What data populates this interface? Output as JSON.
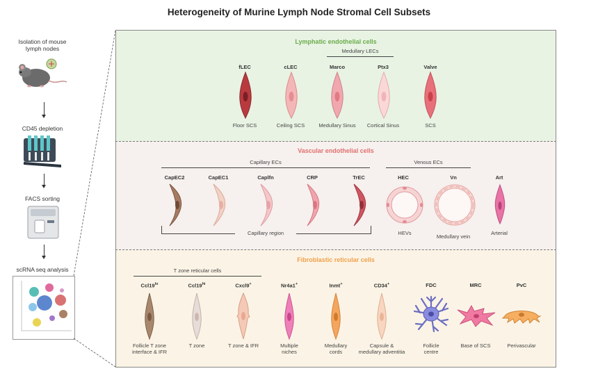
{
  "title": "Heterogeneity of Murine Lymph Node Stromal Cell Subsets",
  "workflow": {
    "steps": [
      {
        "label_l1": "Isolation of mouse",
        "label_l2": "lymph nodes"
      },
      {
        "label_l1": "CD45 depletion"
      },
      {
        "label_l1": "FACS sorting"
      },
      {
        "label_l1": "scRNA seq analysis"
      }
    ]
  },
  "lec": {
    "title": "Lymphatic endothelial cells",
    "group": "Medullary LECs",
    "cells": [
      {
        "name": "fLEC",
        "desc": "Floor SCS"
      },
      {
        "name": "cLEC",
        "desc": "Ceiling SCS"
      },
      {
        "name": "Marco",
        "desc": "Medullary Sinus"
      },
      {
        "name": "Ptx3",
        "desc": "Cortical Sinus"
      },
      {
        "name": "Valve",
        "desc": "SCS"
      }
    ]
  },
  "vec": {
    "title": "Vascular endothelial cells",
    "group_capillary": "Capillary ECs",
    "group_venous": "Venous ECs",
    "capillary_region": "Capillary region",
    "cells": [
      {
        "name": "CapEC2"
      },
      {
        "name": "CapEC1"
      },
      {
        "name": "Caplfn"
      },
      {
        "name": "CRP"
      },
      {
        "name": "TrEC"
      },
      {
        "name": "HEC",
        "desc": "HEVs"
      },
      {
        "name": "Vn",
        "desc": "Medullary vein"
      },
      {
        "name": "Art",
        "desc": "Arterial"
      }
    ]
  },
  "frc": {
    "title": "Fibroblastic reticular cells",
    "group": "T zone reticular cells",
    "cells": [
      {
        "name": "Ccl19",
        "sup": "lo",
        "desc_l1": "Follicle T zone",
        "desc_l2": "interface & IFR"
      },
      {
        "name": "Ccl19",
        "sup": "hi",
        "desc_l1": "T zone",
        "desc_l2": ""
      },
      {
        "name": "Cxcl9",
        "sup": "+",
        "desc_l1": "T zone & IFR",
        "desc_l2": ""
      },
      {
        "name": "Nr4a1",
        "sup": "+",
        "desc_l1": "Multiple",
        "desc_l2": "niches"
      },
      {
        "name": "Inmt",
        "sup": "+",
        "desc_l1": "Medullary",
        "desc_l2": "cords"
      },
      {
        "name": "CD34",
        "sup": "+",
        "desc_l1": "Capsule &",
        "desc_l2": "medullary adventitia"
      },
      {
        "name": "FDC",
        "sup": "",
        "desc_l1": "Follicle",
        "desc_l2": "centre"
      },
      {
        "name": "MRC",
        "sup": "",
        "desc_l1": "Base of SCS",
        "desc_l2": ""
      },
      {
        "name": "PvC",
        "sup": "",
        "desc_l1": "Perivascular",
        "desc_l2": ""
      }
    ]
  },
  "colors": {
    "lec_bg": "#e8f3e4",
    "vec_bg": "#f6f0ee",
    "frc_bg": "#fbf4e6",
    "lec_title": "#6aac4a",
    "vec_title": "#e0706f",
    "frc_title": "#f0a04a"
  }
}
